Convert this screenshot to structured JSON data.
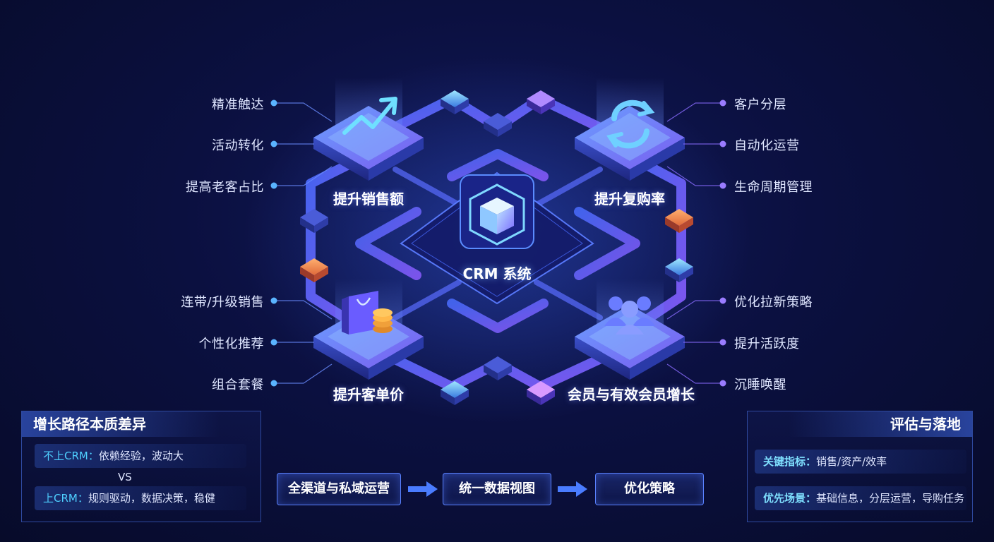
{
  "center": {
    "title": "CRM 系统",
    "cube_icon": "cube-icon"
  },
  "quadrants": {
    "top_left": {
      "title": "提升销售额",
      "icon": "trend-up-arrow-icon",
      "labels": [
        "精准触达",
        "活动转化",
        "提高老客占比"
      ]
    },
    "top_right": {
      "title": "提升复购率",
      "icon": "refresh-cycle-icon",
      "labels": [
        "客户分层",
        "自动化运营",
        "生命周期管理"
      ]
    },
    "bottom_left": {
      "title": "提升客单价",
      "icon": "shopping-bag-coins-icon",
      "labels": [
        "连带/升级销售",
        "个性化推荐",
        "组合套餐"
      ]
    },
    "bottom_right": {
      "title": "会员与有效会员增长",
      "icon": "user-group-icon",
      "labels": [
        "优化拉新策略",
        "提升活跃度",
        "沉睡唤醒"
      ]
    }
  },
  "left_panel": {
    "title": "增长路径本质差异",
    "row1_key": "不上CRM：",
    "row1_text": "依赖经验，波动大",
    "vs": "VS",
    "row2_key": "上CRM：",
    "row2_text": "规则驱动，数据决策，稳健"
  },
  "flow": {
    "step1": "全渠道与私域运营",
    "step2": "统一数据视图",
    "step3": "优化策略"
  },
  "right_panel": {
    "title": "评估与落地",
    "row1_key": "关键指标：",
    "row1_text": "销售/资产/效率",
    "row2_key": "优先场景：",
    "row2_text": "基础信息，分层运营，导购任务"
  },
  "colors": {
    "background": "#0b1040",
    "accent_blue": "#4fd0ff",
    "accent_purple": "#8a5cff",
    "accent_orange": "#ff8a4a",
    "panel_border": "#2f4aa0"
  }
}
